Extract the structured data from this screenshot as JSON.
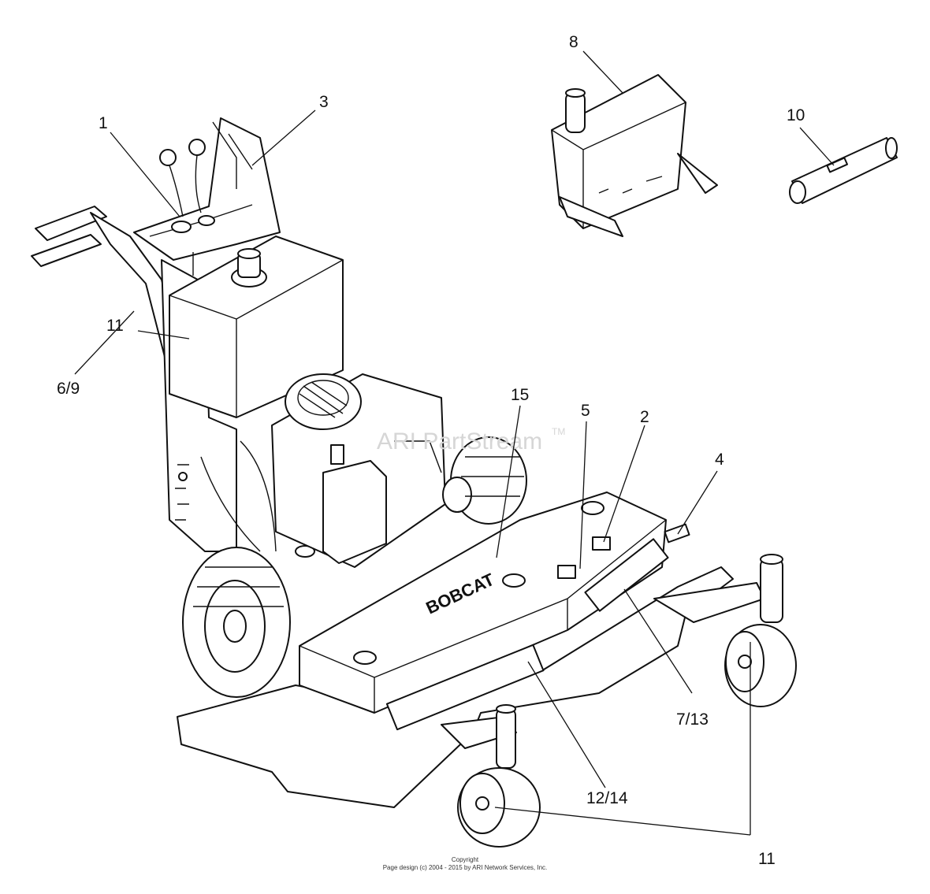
{
  "callouts": {
    "c1": "1",
    "c2": "2",
    "c3": "3",
    "c4": "4",
    "c5": "5",
    "c6_9": "6/9",
    "c7_13": "7/13",
    "c8": "8",
    "c10": "10",
    "c11_left": "11",
    "c11_bottom": "11",
    "c12_14": "12/14",
    "c15": "15"
  },
  "watermark": {
    "text": "ARI PartStream",
    "tm": "TM"
  },
  "deck_brand": "BOBCAT",
  "footer": {
    "line1": "Copyright",
    "line2": "Page design (c) 2004 - 2015 by ARI Network Services, Inc."
  }
}
